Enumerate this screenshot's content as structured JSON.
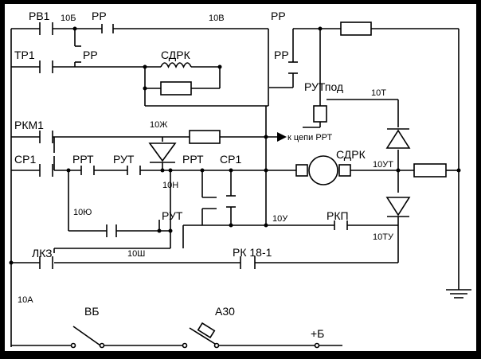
{
  "labels": {
    "rv1": "РВ1",
    "n10b": "10Б",
    "rr_top": "РР",
    "n10v": "10В",
    "rr_top_right": "РР",
    "tr1": "ТР1",
    "rr_left": "РР",
    "sdrk_top": "СДРК",
    "rr_right": "РР",
    "rut_pod": "РУТпод",
    "n10t": "10Т",
    "rkm1": "РКМ1",
    "n10zh": "10Ж",
    "k_tsepi_rrt": "к цепи РРТ",
    "sr1_left": "СР1",
    "rrt_left": "РРТ",
    "rut_left": "РУТ",
    "rrt_mid": "РРТ",
    "sr1_mid": "СР1",
    "sdrk_motor": "СДРК",
    "n10ut": "10УТ",
    "n10n": "10Н",
    "n10yu": "10Ю",
    "rut_mid": "РУТ",
    "n10u": "10У",
    "rkp": "РКП",
    "n10tu": "10ТУ",
    "lkz": "ЛКЗ",
    "n10sh": "10Ш",
    "rk181": "РК 18-1",
    "n10a": "10А",
    "vb": "ВБ",
    "a30": "А30",
    "plus_b": "+Б"
  }
}
